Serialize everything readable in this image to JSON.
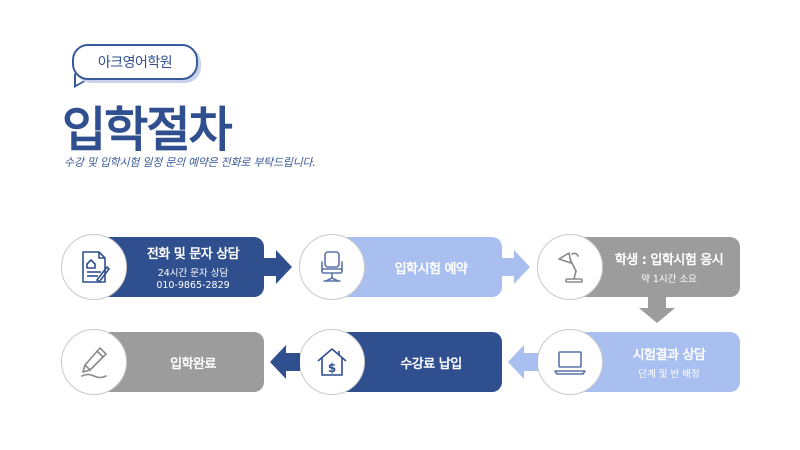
{
  "header": {
    "badge": "아크영어학원",
    "title": "입학절차",
    "subtitle": "수강 및 입학시험 일정 문의 예약은 전화로 부탁드립니다."
  },
  "steps": [
    {
      "title": "전화 및 문자 상담",
      "line1": "24시간 문자 상담",
      "line2": "010-9865-2829",
      "icon": "document-icon",
      "color": "#2f4f8f"
    },
    {
      "title": "입학시험 예약",
      "icon": "office-chair-icon",
      "color": "#a9bff0"
    },
    {
      "title": "학생 : 입학시험 응시",
      "line1": "약 1시간 소요",
      "icon": "desk-lamp-icon",
      "color": "#9c9c9c"
    },
    {
      "title": "시험결과 상담",
      "line1": "단계 및 반 배정",
      "icon": "laptop-icon",
      "color": "#a9bff0"
    },
    {
      "title": "수강료 납입",
      "icon": "house-dollar-icon",
      "color": "#2f4f8f"
    },
    {
      "title": "입학완료",
      "icon": "pencil-icon",
      "color": "#9c9c9c"
    }
  ]
}
